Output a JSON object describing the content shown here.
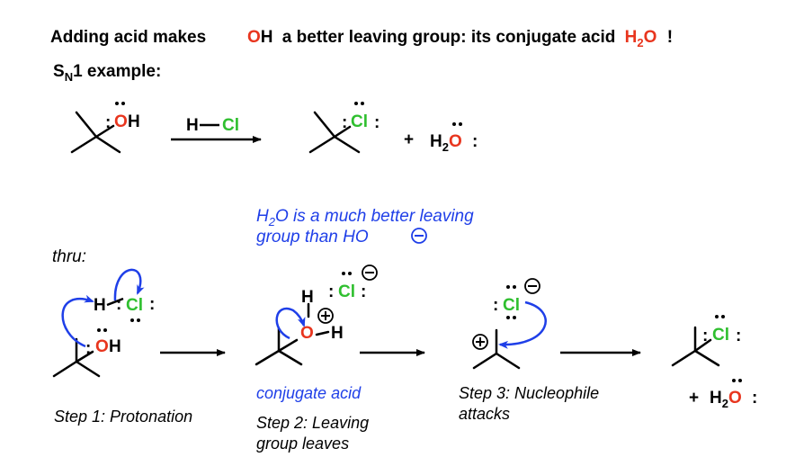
{
  "header": {
    "part1": "Adding acid makes",
    "oh_o": "O",
    "oh_h": "H",
    "part2": "a better leaving group: its conjugate acid",
    "h2o_h": "H",
    "h2o_sub": "2",
    "h2o_o": "O",
    "bang": "!"
  },
  "subheader": {
    "s": "S",
    "sub": "N",
    "rest": "1 example:"
  },
  "overall_reaction": {
    "reactant_o": "O",
    "reactant_h": "H",
    "reagent_h": "H",
    "reagent_cl": "Cl",
    "product_cl": "Cl",
    "plus": "+",
    "water_h": "H",
    "water_sub": "2",
    "water_o": "O"
  },
  "note": {
    "line1_pre": "H",
    "line1_sub": "2",
    "line1_rest": "O is a much better leaving",
    "line2": "group than HO"
  },
  "mechanism": {
    "thru": "thru:",
    "step1": {
      "h": "H",
      "cl": "Cl",
      "o": "O",
      "oh_h": "H",
      "label": "Step 1: Protonation"
    },
    "step2": {
      "h_top": "H",
      "o": "O",
      "h_right": "H",
      "cl": "Cl",
      "conj": "conjugate acid",
      "label_line1": "Step 2: Leaving",
      "label_line2": "group leaves"
    },
    "step3": {
      "cl": "Cl",
      "label_line1": "Step 3: Nucleophile",
      "label_line2": "attacks"
    },
    "product": {
      "cl": "Cl",
      "plus": "+",
      "water_h": "H",
      "water_sub": "2",
      "water_o": "O"
    }
  },
  "colors": {
    "oxygen": "#e8351e",
    "chlorine": "#2fbf2f",
    "arrow_blue": "#1f3fe8",
    "text": "#000000"
  }
}
